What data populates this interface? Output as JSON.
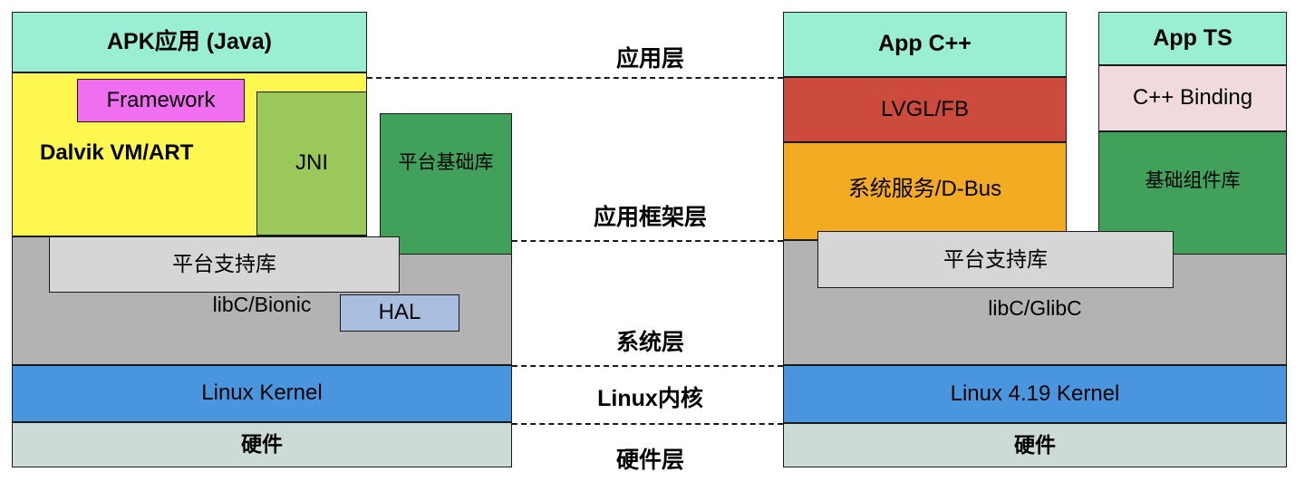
{
  "diagram": {
    "title_present": false,
    "palette": {
      "teal": "#9aeed3",
      "yellow": "#fdf750",
      "magenta": "#f06ef0",
      "olive": "#99c martial",
      "olive_green": "#9bc85a",
      "green": "#41a05a",
      "gray_light": "#d6d6d6",
      "gray": "#b3b3b3",
      "blue": "#4a96de",
      "blue_light": "#a9bede",
      "hardware": "#ccdcd4",
      "red": "#cc4b3c",
      "orange": "#f3ab23",
      "pink": "#f0dadd",
      "outline": "#1a1a1a"
    },
    "center_layers": [
      {
        "id": "app",
        "label": "应用层"
      },
      {
        "id": "framework",
        "label": "应用框架层"
      },
      {
        "id": "system",
        "label": "系统层"
      },
      {
        "id": "kernel",
        "label": "Linux内核"
      },
      {
        "id": "hardware",
        "label": "硬件层"
      }
    ],
    "left_stack": {
      "name": "Android stack",
      "blocks": [
        {
          "id": "apk",
          "label": "APK应用 (Java)"
        },
        {
          "id": "dalvik",
          "label": "Dalvik VM/ART"
        },
        {
          "id": "framework",
          "label": "Framework"
        },
        {
          "id": "jni",
          "label": "JNI"
        },
        {
          "id": "platform_base_lib",
          "label": "平台基础库"
        },
        {
          "id": "platform_support_lib",
          "label": "平台支持库"
        },
        {
          "id": "libc",
          "label": "libC/Bionic"
        },
        {
          "id": "hal",
          "label": "HAL"
        },
        {
          "id": "kernel",
          "label": "Linux Kernel"
        },
        {
          "id": "hardware",
          "label": "硬件"
        }
      ]
    },
    "right_stack": {
      "name": "Embedded stack",
      "blocks": [
        {
          "id": "app_cpp",
          "label": "App C++"
        },
        {
          "id": "lvgl_fb",
          "label": "LVGL/FB"
        },
        {
          "id": "sys_service_dbus",
          "label": "系统服务/D-Bus"
        },
        {
          "id": "app_ts",
          "label": "App TS"
        },
        {
          "id": "cpp_binding",
          "label": "C++ Binding"
        },
        {
          "id": "base_component_lib",
          "label": "基础组件库"
        },
        {
          "id": "platform_support_lib",
          "label": "平台支持库"
        },
        {
          "id": "libc",
          "label": "libC/GlibC"
        },
        {
          "id": "kernel",
          "label": "Linux 4.19 Kernel"
        },
        {
          "id": "hardware",
          "label": "硬件"
        }
      ]
    }
  }
}
